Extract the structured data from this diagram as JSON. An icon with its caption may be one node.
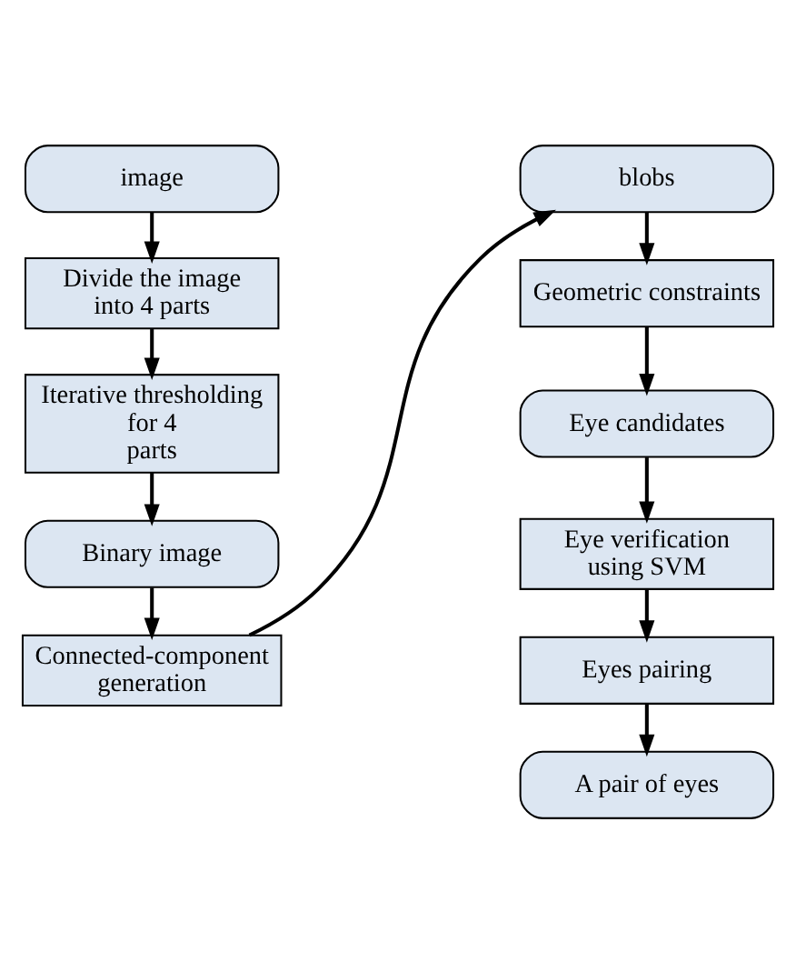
{
  "diagram": {
    "nodes": [
      {
        "text": [
          "image"
        ]
      },
      {
        "text": [
          "Divide the image into 4 parts"
        ]
      },
      {
        "text": [
          "Iterative thresholding for 4 parts"
        ]
      },
      {
        "text": [
          "Binary image"
        ]
      },
      {
        "text": [
          "Connected-component generation"
        ]
      },
      {
        "text": [
          "blobs"
        ]
      },
      {
        "text": [
          "Geometric constraints"
        ]
      },
      {
        "text": [
          "Eye candidates"
        ]
      },
      {
        "text": [
          "Eye verification using SVM"
        ]
      },
      {
        "text": [
          "Eyes pairing"
        ]
      },
      {
        "text": [
          "A pair of eyes"
        ]
      }
    ],
    "edges": [
      {
        "from": 0,
        "to": 1,
        "arrow": "to"
      },
      {
        "from": 1,
        "to": 2,
        "arrow": "to"
      },
      {
        "from": 2,
        "to": 3,
        "arrow": "to"
      },
      {
        "from": 3,
        "to": 4,
        "arrow": "to"
      },
      {
        "from": 4,
        "to": 5,
        "arrow": "to"
      },
      {
        "from": 5,
        "to": 6,
        "arrow": "to"
      },
      {
        "from": 6,
        "to": 7,
        "arrow": "to"
      },
      {
        "from": 7,
        "to": 8,
        "arrow": "to"
      },
      {
        "from": 8,
        "to": 9,
        "arrow": "to"
      },
      {
        "from": 9,
        "to": 10,
        "arrow": "to"
      }
    ]
  }
}
